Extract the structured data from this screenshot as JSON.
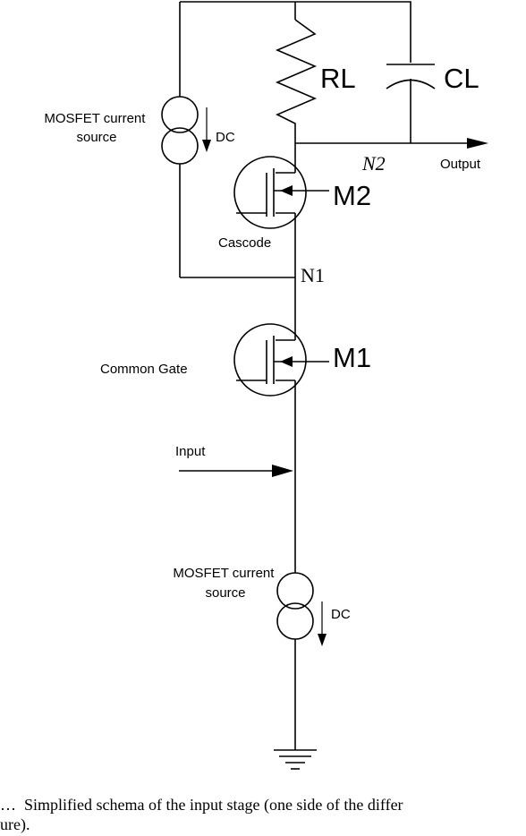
{
  "labels": {
    "top_source": "MOSFET current\nsource",
    "top_dc": "DC",
    "rl": "RL",
    "cl": "CL",
    "n2": "N2",
    "output": "Output",
    "m2": "M2",
    "cascode": "Cascode",
    "n1": "N1",
    "m1": "M1",
    "common_gate": "Common Gate",
    "input": "Input",
    "bottom_source": "MOSFET current\nsource",
    "bottom_dc": "DC"
  },
  "caption": {
    "line1": "…  Simplified schema of the input stage (one side of the differ",
    "line2": "ure)."
  }
}
